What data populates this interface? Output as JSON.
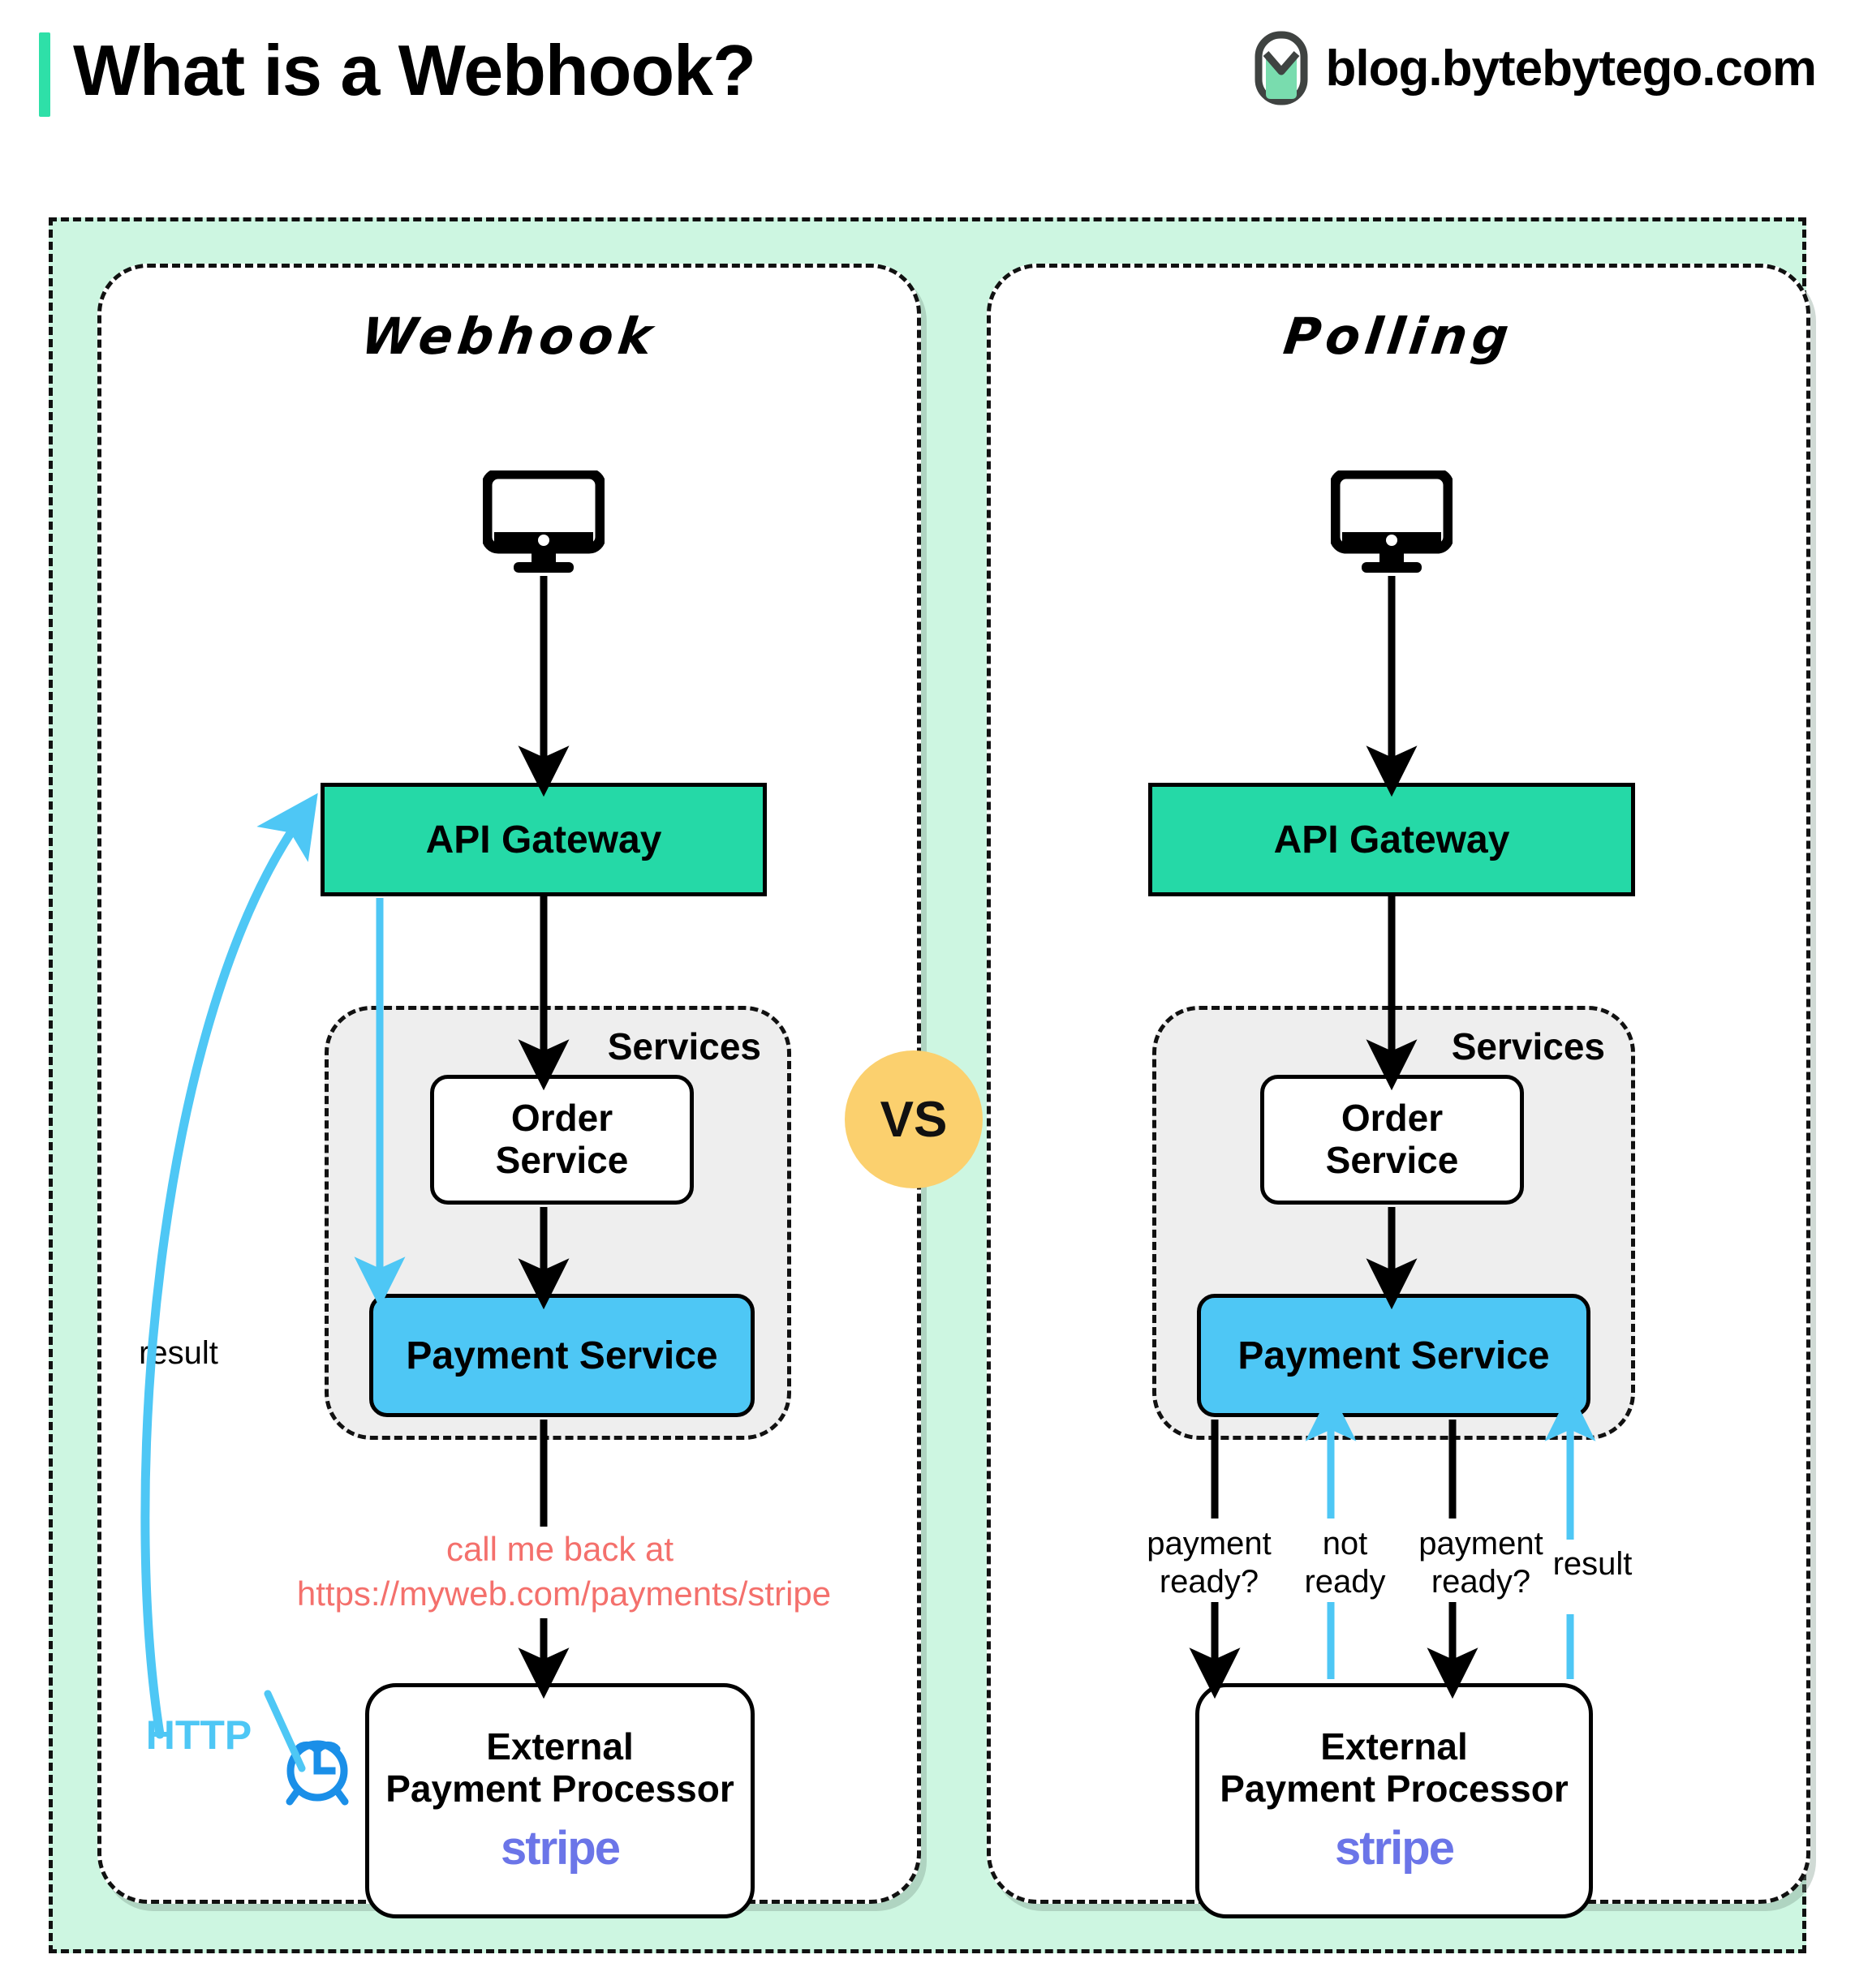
{
  "header": {
    "title": "What is a Webhook?",
    "brand": "blog.bytebytego.com",
    "logo_icon": "bytebytego-logo-icon",
    "accent_color": "#2ee0a8"
  },
  "colors": {
    "canvas_mint": "#cdf6e1",
    "gateway_green": "#25d9a7",
    "payment_blue": "#4ec7f5",
    "services_grey": "#eeeeee",
    "vs_yellow": "#fbd06e",
    "callback_red": "#f4706c",
    "stripe_purple": "#6b75e8",
    "clock_blue": "#1a8fe8",
    "black": "#000000"
  },
  "vs_badge": {
    "label": "VS"
  },
  "panels": [
    {
      "id": "webhook",
      "title": "Webhook",
      "client_icon": "desktop-monitor-icon",
      "gateway": "API Gateway",
      "services_label": "Services",
      "order_service": "Order\nService",
      "payment_service": "Payment Service",
      "processor_title": "External\nPayment Processor",
      "processor_brand": "stripe",
      "clock_icon": "alarm-clock-icon",
      "annotations": [
        {
          "name": "result",
          "text": "result",
          "style": "black"
        },
        {
          "name": "http",
          "text": "HTTP",
          "style": "blue"
        },
        {
          "name": "callback-line-1",
          "text": "call me back at",
          "style": "red"
        },
        {
          "name": "callback-line-2",
          "text": "https://myweb.com/payments/stripe",
          "style": "red"
        }
      ]
    },
    {
      "id": "polling",
      "title": "Polling",
      "client_icon": "desktop-monitor-icon",
      "gateway": "API Gateway",
      "services_label": "Services",
      "order_service": "Order\nService",
      "payment_service": "Payment Service",
      "processor_title": "External\nPayment Processor",
      "processor_brand": "stripe",
      "annotations": [
        {
          "name": "poll-request-1",
          "text": "payment\nready?",
          "style": "black"
        },
        {
          "name": "poll-response-1",
          "text": "not\nready",
          "style": "black"
        },
        {
          "name": "poll-request-2",
          "text": "payment\nready?",
          "style": "black"
        },
        {
          "name": "poll-response-2",
          "text": "result",
          "style": "black"
        }
      ]
    }
  ]
}
